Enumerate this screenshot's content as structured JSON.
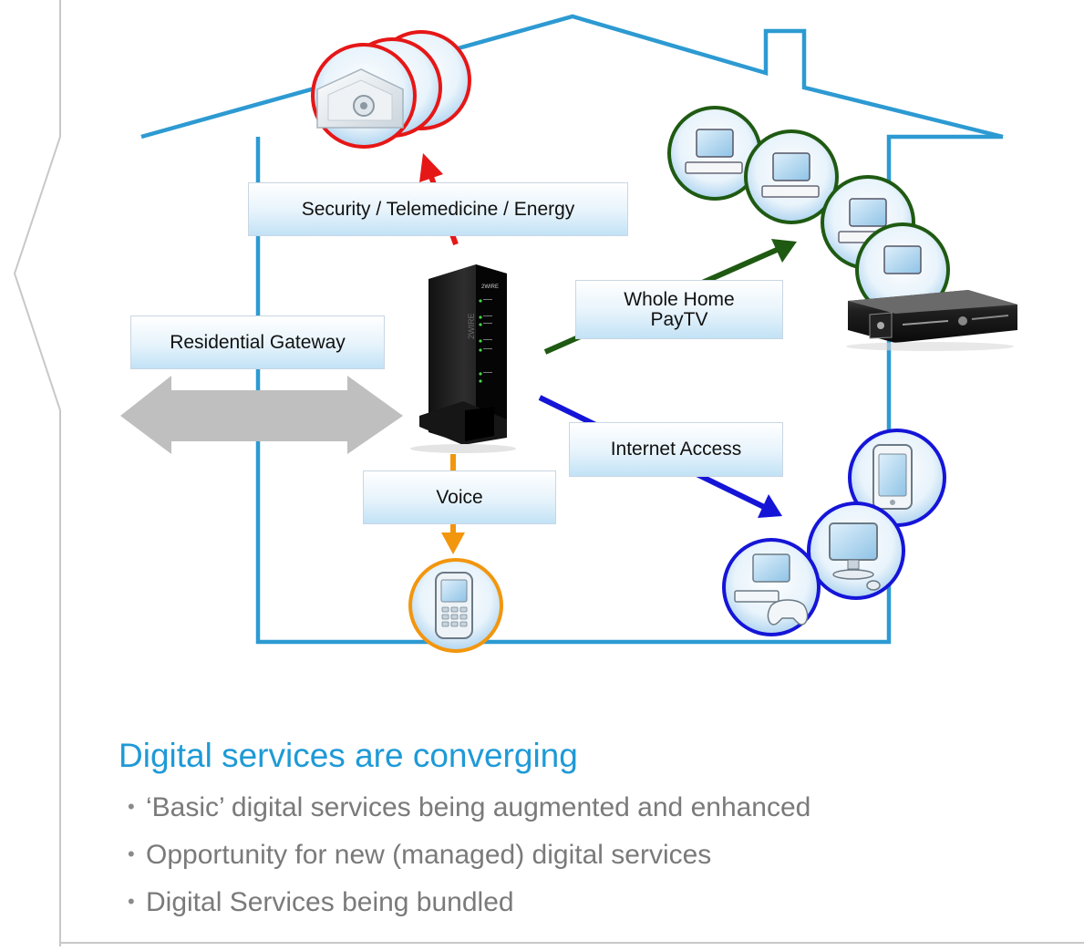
{
  "labels": {
    "security": "Security / Telemedicine / Energy",
    "paytv_line1": "Whole Home",
    "paytv_line2": "PayTV",
    "gateway": "Residential Gateway",
    "internet": "Internet Access",
    "voice": "Voice"
  },
  "heading": "Digital services are converging",
  "bullets": [
    "‘Basic’ digital services being augmented and enhanced",
    "Opportunity for new (managed) digital services",
    "Digital Services being bundled"
  ],
  "colors": {
    "house_outline": "#2d9ad2",
    "security": "#e61717",
    "paytv": "#1f5a12",
    "internet": "#1515d8",
    "voice": "#f2960e",
    "gateway_arrow": "#bfbfbf",
    "heading": "#1f9ad6",
    "bullet_text": "#7a7a7a"
  },
  "icons": [
    "security-house-icon",
    "tv-settop-icon",
    "settop-box-icon",
    "router-device-icon",
    "mobile-phone-icon",
    "tablet-icon",
    "desktop-computer-icon",
    "game-console-icon"
  ]
}
